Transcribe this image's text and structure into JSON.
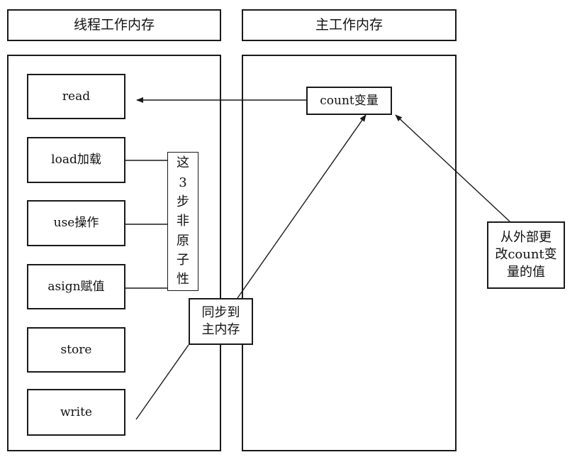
{
  "headers": {
    "thread_memory": "线程工作内存",
    "main_memory": "主工作内存"
  },
  "thread_steps": [
    {
      "id": "read",
      "label": "read"
    },
    {
      "id": "load",
      "label": "load加载"
    },
    {
      "id": "use",
      "label": "use操作"
    },
    {
      "id": "asign",
      "label": "asign赋值"
    },
    {
      "id": "store",
      "label": "store"
    },
    {
      "id": "write",
      "label": "write"
    }
  ],
  "non_atomic_note": "这\n3\n步\n非\n原\n子\n性",
  "sync_note": "同步到\n主内存",
  "count_variable": "count变量",
  "external_change_note": "从外部更\n改count变\n量的值",
  "colors": {
    "line": "#1a1a1a",
    "background": "#ffffff"
  }
}
